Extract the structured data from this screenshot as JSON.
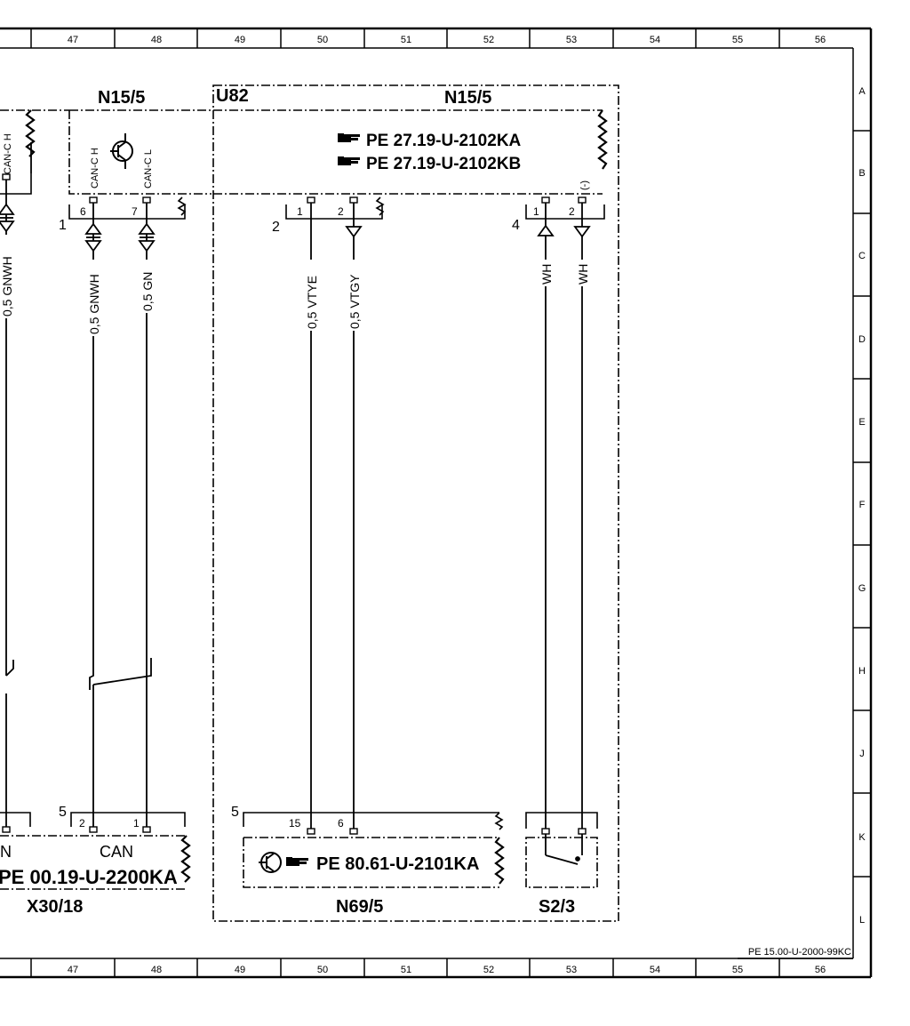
{
  "grid": {
    "columns": [
      "47",
      "48",
      "49",
      "50",
      "51",
      "52",
      "53",
      "54",
      "55",
      "56"
    ],
    "rows": [
      "A",
      "B",
      "C",
      "D",
      "E",
      "F",
      "G",
      "H",
      "J",
      "K",
      "L"
    ]
  },
  "footer_ref": "PE 15.00-U-2000-99KC",
  "modules": {
    "n15_left_title": "N15/5",
    "u82_title": "U82",
    "n15_right_title": "N15/5",
    "ref_ka": "PE  27.19-U-2102KA",
    "ref_kb": "PE  27.19-U-2102KB",
    "can_h": "CAN-C H",
    "can_l": "CAN-C L",
    "can_h_edge": "CAN-C H",
    "minus_pin": "(-)"
  },
  "connectors": {
    "c1": "1",
    "c2": "2",
    "c4": "4",
    "c5_left": "5",
    "c5_right": "5"
  },
  "pins": {
    "p6": "6",
    "p7": "7",
    "u1": "1",
    "u2": "2",
    "s1": "1",
    "s2": "2",
    "k2": "2",
    "k1": "1",
    "n15": "15",
    "n6": "6"
  },
  "wires": {
    "w_edge": "0,5  GNWH",
    "w_gnwh": "0,5  GNWH",
    "w_gn": "0,5  GN",
    "w_vtye": "0,5  VTYE",
    "w_vtgy": "0,5  VTGY",
    "w_wh1": "WH",
    "w_wh2": "WH"
  },
  "bottom": {
    "can_label": "CAN",
    "edge_n": "N",
    "x30_ref": "PE  00.19-U-2200KA",
    "x30_title": "X30/18",
    "n69_ref": "PE  80.61-U-2101KA",
    "n69_title": "N69/5",
    "s23_title": "S2/3"
  },
  "icons": [
    "transistor-icon",
    "pointing-hand-icon",
    "switch-icon",
    "ground-break-icon"
  ]
}
